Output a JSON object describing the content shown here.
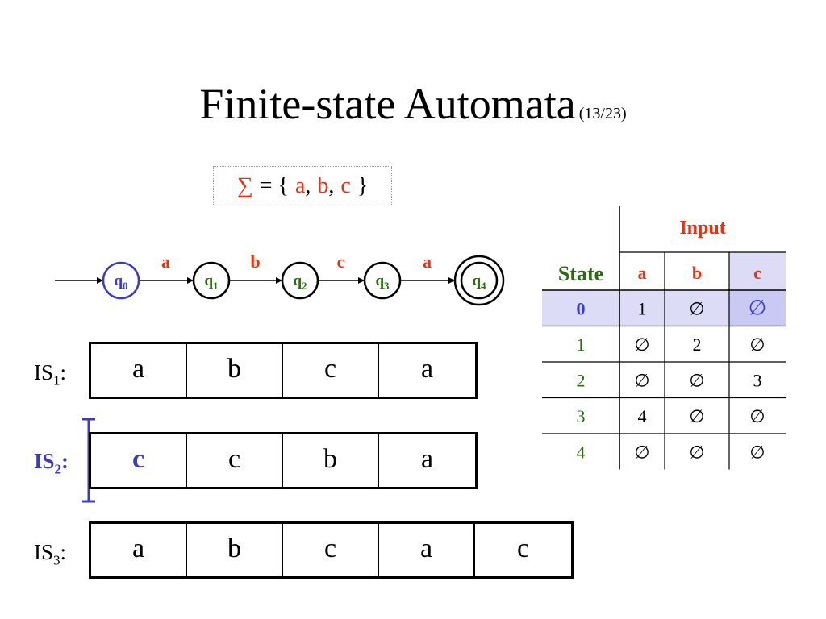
{
  "title": {
    "main": "Finite-state Automata",
    "sub": "(13/23)"
  },
  "alphabet": {
    "sigma_symbol": "∑",
    "equals_open": "= {",
    "symbols": [
      "a",
      "b",
      "c"
    ],
    "comma": ",",
    "close": "}"
  },
  "automaton": {
    "states": [
      {
        "name": "q",
        "index": "0",
        "color": "#3b3bc6",
        "initial": true,
        "accepting": false
      },
      {
        "name": "q",
        "index": "1",
        "color": "#2d6b12",
        "initial": false,
        "accepting": false
      },
      {
        "name": "q",
        "index": "2",
        "color": "#2d6b12",
        "initial": false,
        "accepting": false
      },
      {
        "name": "q",
        "index": "3",
        "color": "#2d6b12",
        "initial": false,
        "accepting": false
      },
      {
        "name": "q",
        "index": "4",
        "color": "#2d6b12",
        "initial": false,
        "accepting": true
      }
    ],
    "transitions": [
      {
        "from": "0",
        "to": "1",
        "symbol": "a"
      },
      {
        "from": "1",
        "to": "2",
        "symbol": "b"
      },
      {
        "from": "2",
        "to": "3",
        "symbol": "c"
      },
      {
        "from": "3",
        "to": "4",
        "symbol": "a"
      }
    ],
    "edge_label_color": "#e8300f"
  },
  "transition_table": {
    "input_header": "Input",
    "state_header": "State",
    "symbols": [
      "a",
      "b",
      "c"
    ],
    "rows": [
      {
        "state": "0",
        "cells": [
          "1",
          "∅",
          "∅"
        ]
      },
      {
        "state": "1",
        "cells": [
          "∅",
          "2",
          "∅"
        ]
      },
      {
        "state": "2",
        "cells": [
          "∅",
          "∅",
          "3"
        ]
      },
      {
        "state": "3",
        "cells": [
          "4",
          "∅",
          "∅"
        ]
      },
      {
        "state": "4",
        "cells": [
          "∅",
          "∅",
          "∅"
        ]
      }
    ],
    "highlight_row_state": "0",
    "highlight_column_symbol": "c",
    "colors": {
      "input_header": "#e8300f",
      "state_header": "#2d6b12",
      "symbol_header": "#e8300f",
      "state_values": "#2d6b12",
      "highlight_state_value": "#3b3bc6",
      "highlight_fill": "#dcdcf7",
      "highlight_cell_fill": "#c9c9f3",
      "highlight_text": "#3b3bc6"
    }
  },
  "input_strings": [
    {
      "label": "IS",
      "index": "1",
      "symbols": [
        "a",
        "b",
        "c",
        "a"
      ],
      "current": false
    },
    {
      "label": "IS",
      "index": "2",
      "symbols": [
        "c",
        "c",
        "b",
        "a"
      ],
      "current": true,
      "current_symbol_index": 0
    },
    {
      "label": "IS",
      "index": "3",
      "symbols": [
        "a",
        "b",
        "c",
        "a",
        "c"
      ],
      "current": false
    }
  ],
  "highlight_color": "#3b3bc6"
}
